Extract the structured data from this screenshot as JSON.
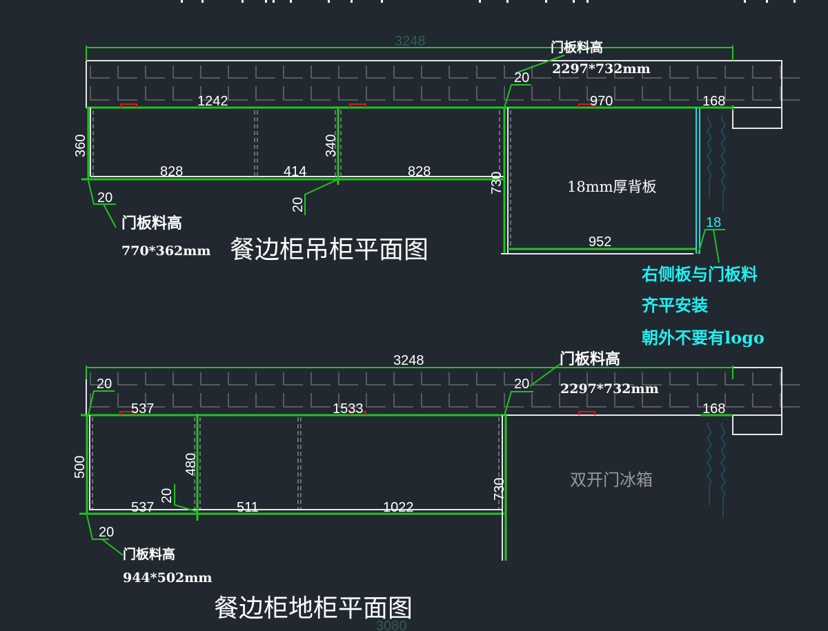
{
  "drawing": {
    "top_plan": {
      "title": "餐边柜吊柜平面图",
      "overall_width": "3248",
      "dims": {
        "left_span": "1242",
        "right_span": "970",
        "right_end": "168",
        "height_left": "360",
        "height_mid": "340",
        "seg1": "828",
        "seg2": "414",
        "seg3": "828",
        "depth": "730",
        "inner_width": "952",
        "side_panel": "18",
        "leader_left": "20",
        "leader_mid": "20",
        "leader_right": "20"
      },
      "notes": {
        "left_door_label": "门板料高",
        "left_door_size": "770*362mm",
        "right_door_label": "门板料高",
        "right_door_size": "2297*732mm",
        "back_panel": "18mm厚背板",
        "side_note_lines": [
          "右侧板与门板料",
          "齐平安装",
          "朝外不要有logo"
        ]
      }
    },
    "bottom_plan": {
      "title": "餐边柜地柜平面图",
      "overall_width": "3248",
      "bottom_overall": "3080",
      "dims": {
        "left_span": "537",
        "mid_span": "1533",
        "right_end": "168",
        "height_left": "500",
        "height_mid": "480",
        "seg1": "537",
        "seg2": "511",
        "seg3": "1022",
        "depth": "730",
        "leader_top": "20",
        "leader_right": "20",
        "leader_mid": "20",
        "leader_bottom": "20"
      },
      "notes": {
        "right_door_label": "门板料高",
        "right_door_size": "2297*732mm",
        "left_door_label": "门板料高",
        "left_door_size": "944*502mm",
        "fridge": "双开门冰箱"
      }
    },
    "colors": {
      "background": "#212830",
      "dimension_line": "#22c322",
      "wall": "#e8e8e8",
      "annotation": "#22f0f0",
      "handle": "#e01515"
    }
  }
}
